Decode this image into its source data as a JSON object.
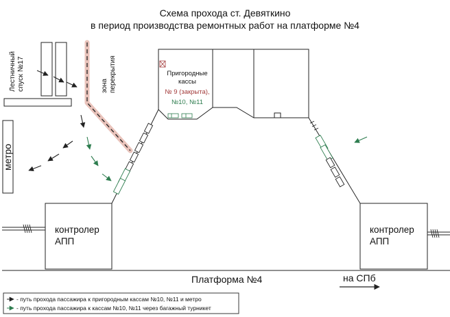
{
  "title": {
    "line1": "Схема прохода ст. Девяткино",
    "line2": "в период производства ремонтных работ на платформе №4"
  },
  "labels": {
    "stairs_line1": "Лестничный",
    "stairs_line2": "спуск №17",
    "overlap_line1": "зона",
    "overlap_line2": "перекрытия",
    "metro": "метро",
    "kassy_line1": "Пригородные",
    "kassy_line2": "кассы",
    "kassa_closed": "№ 9 (закрыта),",
    "kassa_open": "№10, №11",
    "controller_left_line1": "контролер",
    "controller_left_line2": "АПП",
    "controller_right_line1": "контролер",
    "controller_right_line2": "АПП",
    "platform": "Платформа №4",
    "direction": "на СПб"
  },
  "legend": {
    "black_path": "- путь прохода пассажира к пригородным кассам №10, №11 и метро",
    "green_path": "- путь прохода пассажира к кассам №10, №11 через багажный турникет"
  },
  "colors": {
    "line": "#222222",
    "green": "#2e7d4f",
    "closed_red": "#a23a3a",
    "overlap_zone": "#e9c3bb"
  }
}
